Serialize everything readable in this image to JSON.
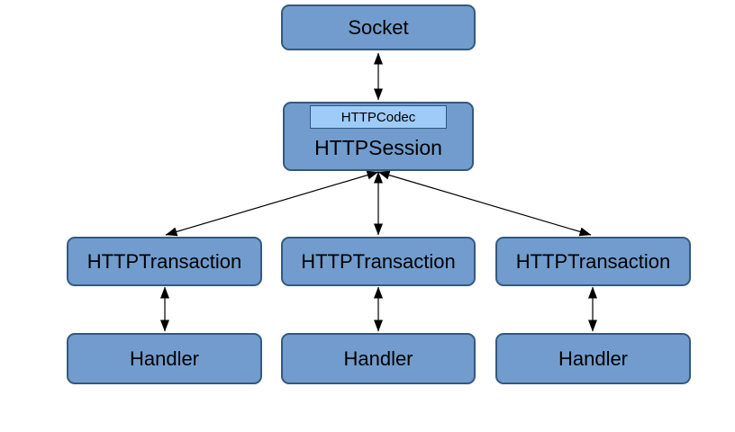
{
  "diagram": {
    "type": "architecture-diagram",
    "colors": {
      "box_fill": "#719CCD",
      "box_border": "#35597F",
      "codec_fill": "#9ECBF7",
      "codec_border": "#2E5680",
      "arrow": "#000000",
      "text": "#000000",
      "background": "#FFFFFF"
    },
    "nodes": {
      "socket": {
        "label": "Socket"
      },
      "session": {
        "label": "HTTPSession"
      },
      "codec": {
        "label": "HTTPCodec"
      },
      "transactions": [
        {
          "label": "HTTPTransaction"
        },
        {
          "label": "HTTPTransaction"
        },
        {
          "label": "HTTPTransaction"
        }
      ],
      "handlers": [
        {
          "label": "Handler"
        },
        {
          "label": "Handler"
        },
        {
          "label": "Handler"
        }
      ]
    },
    "edges": [
      {
        "from": "Socket",
        "to": "HTTPSession",
        "style": "bidirectional-arrow"
      },
      {
        "from": "HTTPSession",
        "to": "HTTPTransaction-left",
        "style": "bidirectional-arrow"
      },
      {
        "from": "HTTPSession",
        "to": "HTTPTransaction-center",
        "style": "bidirectional-arrow"
      },
      {
        "from": "HTTPSession",
        "to": "HTTPTransaction-right",
        "style": "bidirectional-arrow"
      },
      {
        "from": "HTTPTransaction-left",
        "to": "Handler-left",
        "style": "bidirectional-arrow"
      },
      {
        "from": "HTTPTransaction-center",
        "to": "Handler-center",
        "style": "bidirectional-arrow"
      },
      {
        "from": "HTTPTransaction-right",
        "to": "Handler-right",
        "style": "bidirectional-arrow"
      }
    ]
  }
}
